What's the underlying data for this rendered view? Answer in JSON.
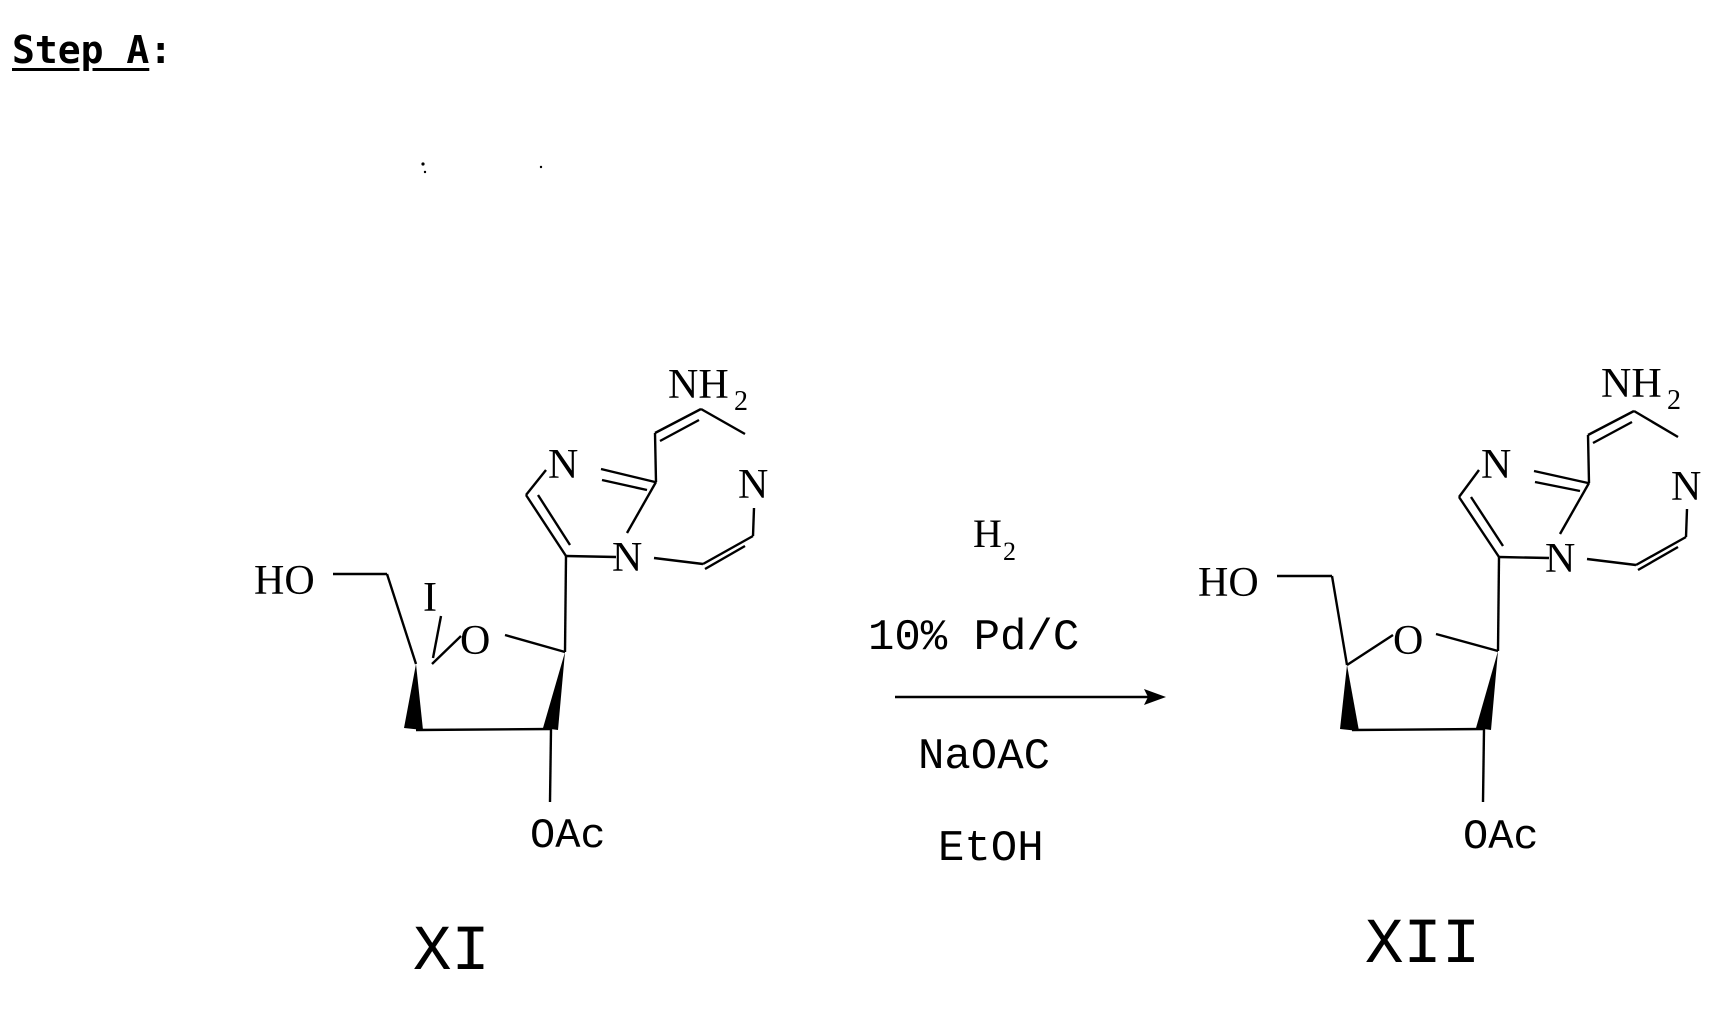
{
  "heading": {
    "label": "Step A",
    "suffix": ":"
  },
  "reactant": {
    "id": "XI",
    "atoms": {
      "nh2": "NH",
      "nh2_sub": "2",
      "n_imid": "N",
      "n_pyr": "N",
      "n_bridge": "N",
      "ho": "HO",
      "iodo": "I",
      "ring_o": "O",
      "oac": "OAc"
    }
  },
  "product": {
    "id": "XII",
    "atoms": {
      "nh2": "NH",
      "nh2_sub": "2",
      "n_imid": "N",
      "n_pyr": "N",
      "n_bridge": "N",
      "ho": "HO",
      "ring_o": "O",
      "oac": "OAc"
    }
  },
  "conditions": {
    "h2": "H",
    "h2_sub": "2",
    "catalyst": "10% Pd/C",
    "base": "NaOAC",
    "solvent": "EtOH"
  }
}
